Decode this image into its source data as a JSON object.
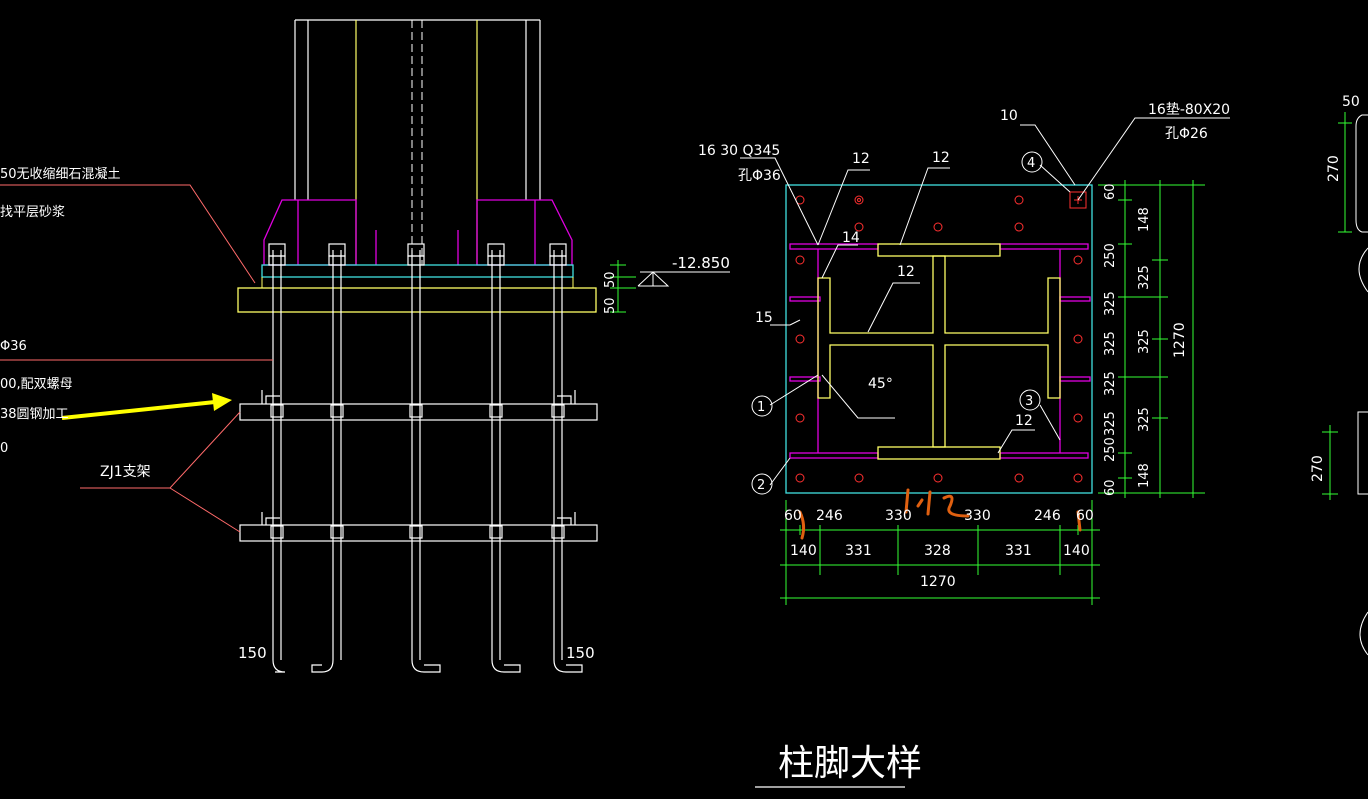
{
  "title": "柱脚大样",
  "left_elevation": {
    "notes": [
      "50无收缩细石混凝土",
      "找平层砂浆",
      "Φ36",
      "00,配双螺母",
      "38圆钢加工",
      "0"
    ],
    "support_label": "ZJ1支架",
    "elevation_label": "-12.850",
    "dims": [
      "50",
      "50",
      "150",
      "150"
    ]
  },
  "plan": {
    "weld_labels": [
      "12",
      "12",
      "14",
      "12",
      "12",
      "10"
    ],
    "callout_left_1": "16 30 Q345",
    "callout_left_2": "孔Φ36",
    "callout_right_1": "16垫-80X20",
    "callout_right_2": "孔Φ26",
    "callout_15": "15",
    "angle": "45°",
    "bubbles": [
      "1",
      "2",
      "3",
      "4"
    ],
    "bottom_dims_1": [
      "60",
      "246",
      "330",
      "330",
      "246",
      "60"
    ],
    "bottom_dims_2": [
      "140",
      "331",
      "328",
      "331",
      "140"
    ],
    "bottom_total": "1270",
    "right_dims_1": [
      "60",
      "148",
      "250",
      "325",
      "325",
      "325",
      "250",
      "148",
      "60"
    ],
    "right_dims_2": [
      "325",
      "325",
      "325",
      "325"
    ],
    "right_total": "1270"
  },
  "right_partial": {
    "dims": [
      "50",
      "270",
      "270"
    ]
  },
  "colors": {
    "background": "#000000",
    "white": "#ffffff",
    "yellow": "#ffff66",
    "magenta": "#e000e0",
    "cyan": "#40e0e0",
    "green": "#33ff33",
    "red_leader": "#ff6a6a",
    "red_bolt": "#ff3030",
    "orange_markup": "#e06010",
    "arrow": "#ffff00"
  }
}
